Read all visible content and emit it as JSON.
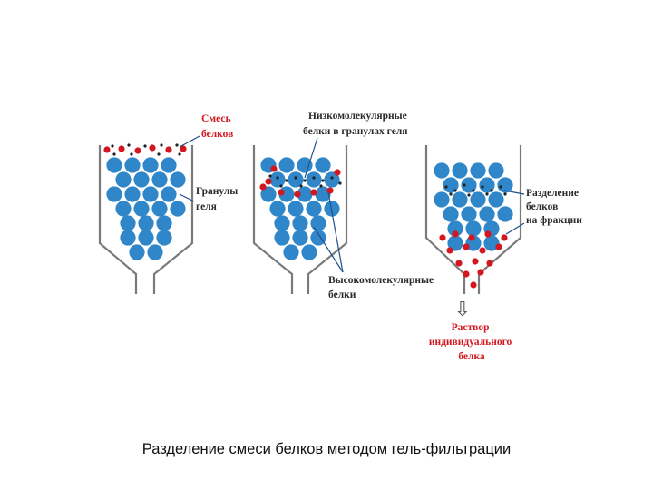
{
  "colors": {
    "granule": "#2f86c8",
    "protein_red": "#d4161e",
    "protein_dark": "#222222",
    "column": "#7a7a7a",
    "label_dark": "#2b2b2b",
    "label_red": "#d4161e"
  },
  "labels": {
    "mixture": [
      "Смесь",
      "белков"
    ],
    "granules": [
      "Гранулы",
      "геля"
    ],
    "low_mw": [
      "Низкомолекулярные",
      "белки в гранулах геля"
    ],
    "high_mw": [
      "Высокомолекулярные",
      "белки"
    ],
    "separation": [
      "Разделение",
      "белков",
      "на фракции"
    ],
    "solution": [
      "Раствор",
      "индивидуального",
      "белка"
    ]
  },
  "arrow_down_glyph": "⇩",
  "caption": "Разделение смеси белков методом гель-фильтрации"
}
